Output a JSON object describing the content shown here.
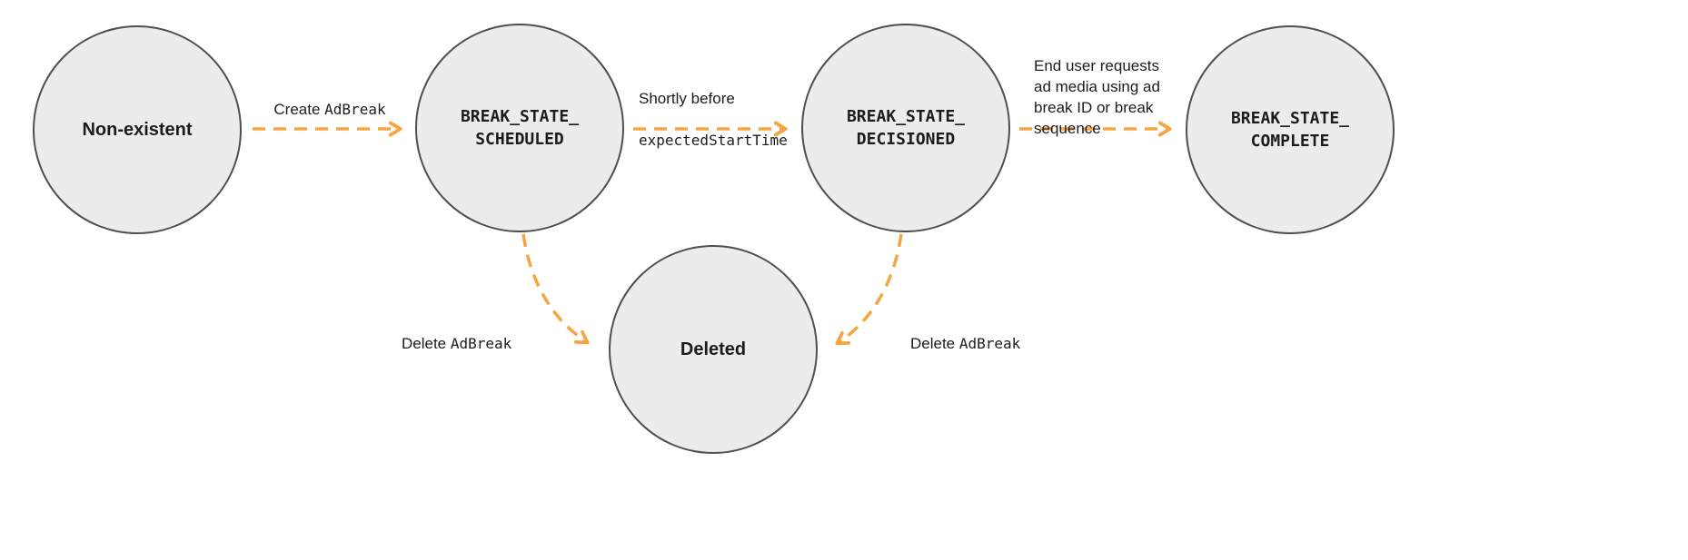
{
  "colors": {
    "page_bg": "#ffffff",
    "node_fill": "#ececec",
    "node_border": "#4f4f4f",
    "arrow": "#f7a543",
    "text": "#1c1c1c"
  },
  "nodes": {
    "non_existent": {
      "label": "Non-existent"
    },
    "scheduled": {
      "label": "BREAK_STATE_\nSCHEDULED"
    },
    "decisioned": {
      "label": "BREAK_STATE_\nDECISIONED"
    },
    "complete": {
      "label": "BREAK_STATE_\nCOMPLETE"
    },
    "deleted": {
      "label": "Deleted"
    }
  },
  "edges": {
    "create": {
      "prefix": "Create ",
      "code": "AdBreak"
    },
    "decision": {
      "line1": "Shortly before",
      "code": "expectedStartTime"
    },
    "complete": {
      "text": "End user requests\nad media using ad\nbreak ID or break\nsequence"
    },
    "delete_scheduled": {
      "prefix": "Delete ",
      "code": "AdBreak"
    },
    "delete_decisioned": {
      "prefix": "Delete ",
      "code": "AdBreak"
    }
  }
}
